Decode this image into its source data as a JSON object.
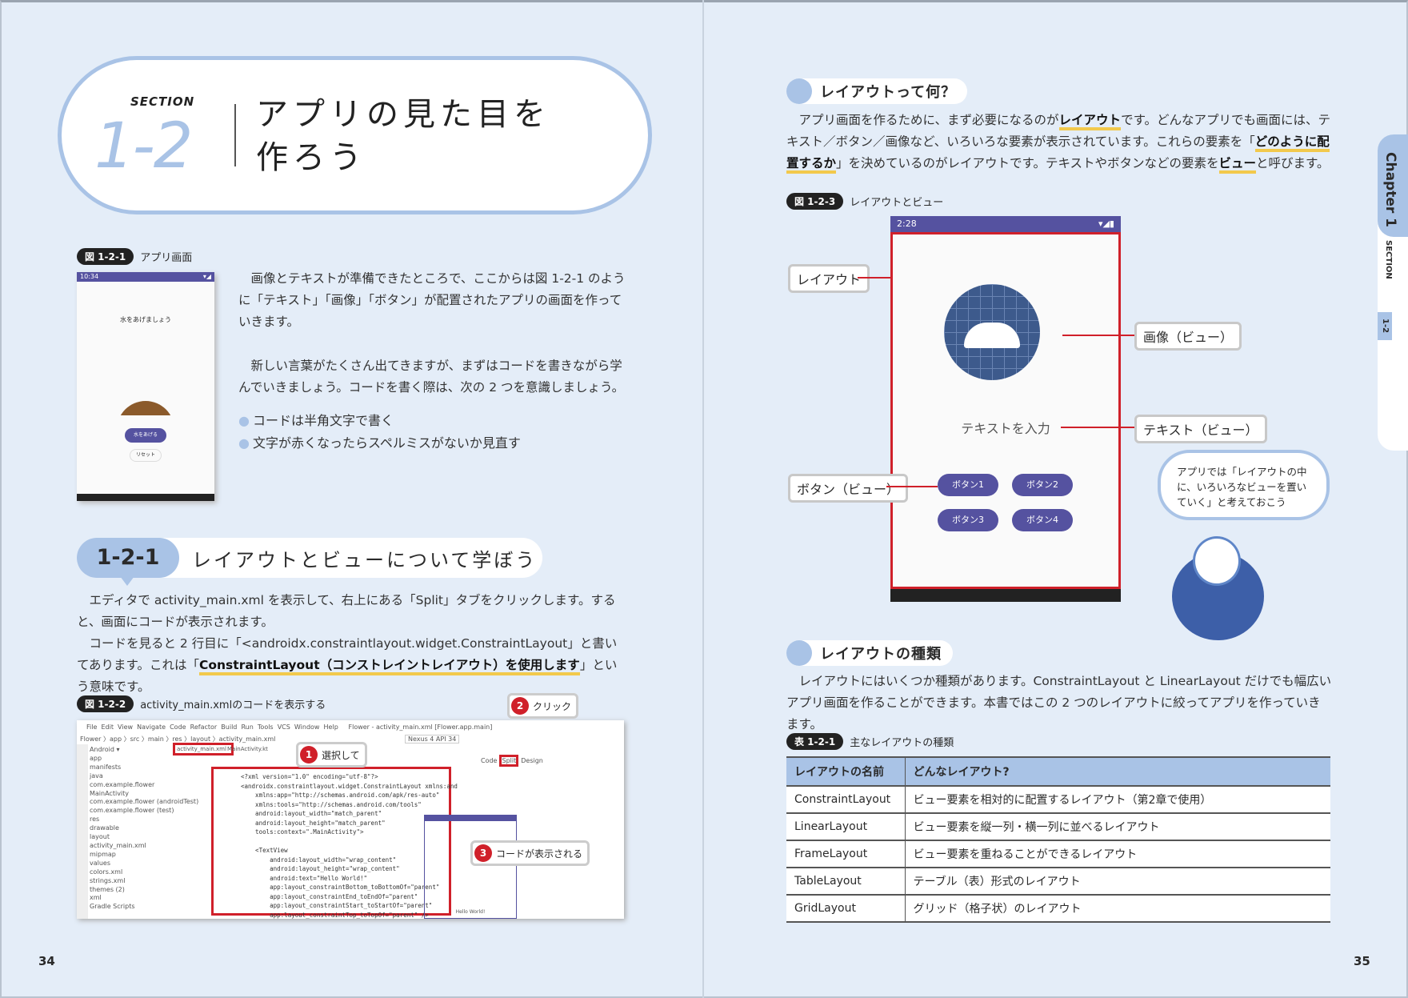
{
  "left": {
    "section_label": "SECTION",
    "section_number": "1-2",
    "title_line1": "アプリの見た目を",
    "title_line2": "作ろう",
    "fig1": {
      "tag": "図 1-2-1",
      "caption": "アプリ画面",
      "time": "10:34",
      "text": "水をあげましょう",
      "button": "水をあげる",
      "reset": "リセット"
    },
    "intro": [
      "画像とテキストが準備できたところで、ここからは図 1-2-1 のように「テキスト」「画像」「ボタン」が配置されたアプリの画面を作っていきます。",
      "新しい言葉がたくさん出てきますが、まずはコードを書きながら学んでいきましょう。コードを書く際は、次の 2 つを意識しましょう。"
    ],
    "bullets": [
      "コードは半角文字で書く",
      "文字が赤くなったらスペルミスがないか見直す"
    ],
    "heading": {
      "number": "1-2-1",
      "text": "レイアウトとビューについて学ぼう"
    },
    "para1": "エディタで activity_main.xml を表示して、右上にある「Split」タブをクリックします。すると、画面にコードが表示されます。",
    "para2_pre": "コードを見ると 2 行目に「<androidx.constraintlayout.widget.ConstraintLayout」と書いてあります。これは「",
    "para2_hl": "ConstraintLayout（コンストレイントレイアウト）を使用します",
    "para2_post": "」という意味です。",
    "fig2": {
      "tag": "図 1-2-2",
      "caption": "activity_main.xmlのコードを表示する",
      "menu": "File  Edit  View  Navigate  Code  Refactor  Build  Run  Tools  VCS  Window  Help     Flower - activity_main.xml [Flower.app.main]",
      "breadcrumb": "Flower 〉app 〉src 〉main 〉res 〉layout 〉activity_main.xml",
      "tab1": "activity_main.xml",
      "tab2": "MainActivity.kt",
      "device": "Nexus 4 API 34",
      "view_tabs": [
        "Code",
        "Split",
        "Design"
      ],
      "tree": [
        "Android ▾",
        "app",
        "manifests",
        "java",
        "com.example.flower",
        "MainActivity",
        "com.example.flower (androidTest)",
        "com.example.flower (test)",
        "res",
        "drawable",
        "layout",
        "activity_main.xml",
        "mipmap",
        "values",
        "colors.xml",
        "strings.xml",
        "themes (2)",
        "xml",
        "Gradle Scripts"
      ],
      "code": [
        "<?xml version=\"1.0\" encoding=\"utf-8\"?>",
        "<androidx.constraintlayout.widget.ConstraintLayout xmlns:and",
        "    xmlns:app=\"http://schemas.android.com/apk/res-auto\"",
        "    xmlns:tools=\"http://schemas.android.com/tools\"",
        "    android:layout_width=\"match_parent\"",
        "    android:layout_height=\"match_parent\"",
        "    tools:context=\".MainActivity\">",
        "",
        "    <TextView",
        "        android:layout_width=\"wrap_content\"",
        "        android:layout_height=\"wrap_content\"",
        "        android:text=\"Hello World!\"",
        "        app:layout_constraintBottom_toBottomOf=\"parent\"",
        "        app:layout_constraintEnd_toEndOf=\"parent\"",
        "        app:layout_constraintStart_toStartOf=\"parent\"",
        "        app:layout_constraintTop_toTopOf=\"parent\" />"
      ],
      "callouts": [
        {
          "n": "1",
          "text": "選択して"
        },
        {
          "n": "2",
          "text": "クリック"
        },
        {
          "n": "3",
          "text": "コードが表示される"
        }
      ],
      "preview_text": "Hello World!"
    },
    "page_number": "34"
  },
  "right": {
    "h1": "レイアウトって何？",
    "p1": [
      {
        "t": "アプリ画面を作るために、まず必要になるのが"
      },
      {
        "t": "レイアウト",
        "b": true
      },
      {
        "t": "です。どんなアプリでも画面には、テキスト／ボタン／画像など、いろいろな要素が表示されています。これらの要素を「"
      },
      {
        "t": "どのように配置するか",
        "b": true
      },
      {
        "t": "」を決めているのがレイアウトです。テキストやボタンなどの要素を"
      },
      {
        "t": "ビュー",
        "b": true
      },
      {
        "t": "と呼びます。"
      }
    ],
    "fig3": {
      "tag": "図 1-2-3",
      "caption": "レイアウトとビュー",
      "time": "2:28",
      "text": "テキストを入力",
      "buttons": [
        "ボタン1",
        "ボタン2",
        "ボタン3",
        "ボタン4"
      ],
      "labels": {
        "layout": "レイアウト",
        "image": "画像（ビュー）",
        "text": "テキスト（ビュー）",
        "button": "ボタン（ビュー）"
      }
    },
    "bubble": "アプリでは「レイアウトの中に、いろいろなビューを置いていく」と考えておこう",
    "h2": "レイアウトの種類",
    "p2": "レイアウトにはいくつか種類があります。ConstraintLayout と LinearLayout だけでも幅広いアプリ画面を作ることができます。本書ではこの 2 つのレイアウトに絞ってアプリを作っていきます。",
    "table": {
      "tag": "表 1-2-1",
      "caption": "主なレイアウトの種類",
      "headers": [
        "レイアウトの名前",
        "どんなレイアウト?"
      ],
      "rows": [
        [
          "ConstraintLayout",
          "ビュー要素を相対的に配置するレイアウト（第2章で使用）"
        ],
        [
          "LinearLayout",
          "ビュー要素を縦一列・横一列に並べるレイアウト"
        ],
        [
          "FrameLayout",
          "ビュー要素を重ねることができるレイアウト"
        ],
        [
          "TableLayout",
          "テーブル（表）形式のレイアウト"
        ],
        [
          "GridLayout",
          "グリッド（格子状）のレイアウト"
        ]
      ]
    },
    "chapter_tab": {
      "chapter": "Chapter 1",
      "section": "SECTION",
      "number": "1-2"
    },
    "page_number": "35"
  },
  "colors": {
    "accent_blue": "#a9c3e6",
    "android_purple": "#5552a0",
    "callout_red": "#d0202a",
    "highlight": "#f2c94c",
    "page_bg": "#e4edf8"
  }
}
